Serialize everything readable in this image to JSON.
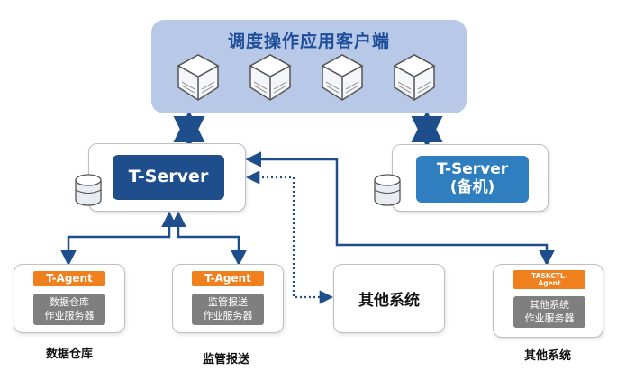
{
  "client": {
    "title": "调度操作应用客户端",
    "server_count": 4
  },
  "main_server": {
    "label": "T-Server"
  },
  "backup_server": {
    "line1": "T-Server",
    "line2": "(备机)"
  },
  "other_system": {
    "label": "其他系统"
  },
  "agents": [
    {
      "tag": "T-Agent",
      "job_line1": "数据仓库",
      "job_line2": "作业服务器",
      "caption": "数据仓库"
    },
    {
      "tag": "T-Agent",
      "job_line1": "监管报送",
      "job_line2": "作业服务器",
      "caption": "监管报送"
    },
    {
      "tag_line1": "TASKCTL-",
      "tag_line2": "Agent",
      "job_line1": "其他系统",
      "job_line2": "作业服务器",
      "caption": "其他系统"
    }
  ],
  "colors": {
    "client_panel": "#b8c9e8",
    "title_text": "#1f4e9a",
    "main_server": "#1f4e8c",
    "backup_server": "#2e7ec0",
    "agent_tag": "#f07f1d",
    "job_box": "#7f7f7f",
    "connector": "#1f4e8c"
  }
}
